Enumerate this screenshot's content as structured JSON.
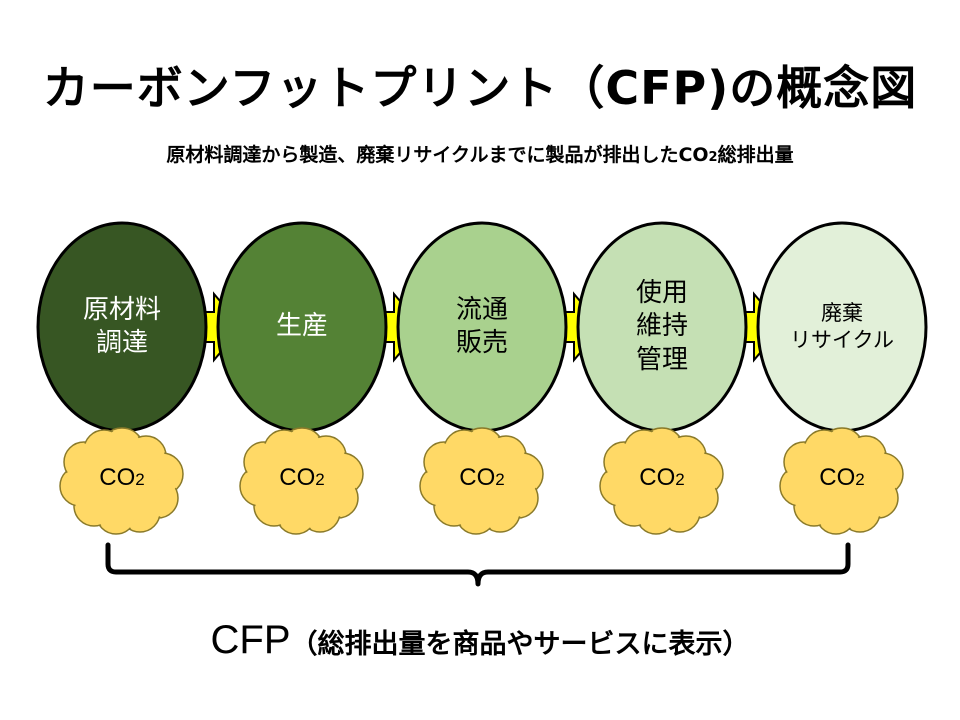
{
  "title": "カーボンフットプリント（CFP)の概念図",
  "subtitle": {
    "before": "原材料調達から製造、廃棄リサイクルまでに製品が排出したCO",
    "sub": "2",
    "after": "総排出量"
  },
  "stages": [
    {
      "label": "原材料\n調達",
      "color": "#375623",
      "text_color": "#ffffff"
    },
    {
      "label": "生産",
      "color": "#548235",
      "text_color": "#ffffff"
    },
    {
      "label": "流通\n販売",
      "color": "#a9d18e",
      "text_color": "#000000"
    },
    {
      "label": "使用\n維持\n管理",
      "color": "#c5e0b4",
      "text_color": "#000000"
    },
    {
      "label": "廃棄\nリサイクル",
      "color": "#e2f0d9",
      "text_color": "#000000"
    }
  ],
  "emission": {
    "main": "CO",
    "sub": "2"
  },
  "colors": {
    "arrow": "#ffff00",
    "cloud": "#ffd966",
    "cloud_stroke": "#8a7a2a"
  },
  "footer": {
    "main": "CFP",
    "paren": "（総排出量を商品やサービスに表示）"
  }
}
